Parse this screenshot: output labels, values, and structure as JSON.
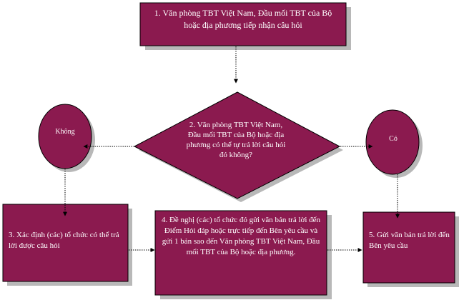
{
  "diagram": {
    "step1": "1. Văn phòng TBT Việt Nam, Đầu mối TBT của Bộ hoặc địa phương tiếp nhận câu hỏi",
    "step2": "2. Văn phòng TBT Việt Nam, Đầu mối TBT của Bộ hoặc địa phương có thể tự trả lời câu hỏi đó không?",
    "no_label": "Không",
    "yes_label": "Có",
    "step3": "3. Xác định (các) tổ chức có thể trả lời được câu hỏi",
    "step4": "4. Đề nghị (các) tổ chức đó gửi văn bản trả lời đến Điểm Hỏi đáp hoặc trực tiếp đến Bên yêu cầu và gửi 1 bản sao đến Văn phòng TBT Việt Nam, Đầu mối TBT của Bộ hoặc địa phương.",
    "step5": "5. Gửi văn bản trả lời đến Bên yêu cầu"
  },
  "colors": {
    "fill": "#8b1a4f",
    "shadow": "#b8b8b8",
    "border": "#000000",
    "text": "#ffffff",
    "arrow": "#000000"
  }
}
